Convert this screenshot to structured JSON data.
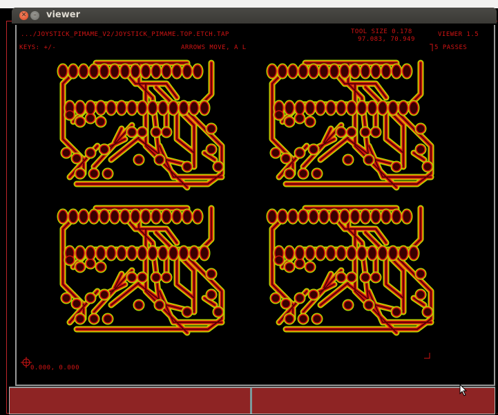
{
  "window": {
    "title": "viewer",
    "close_icon": "close-icon",
    "minimize_icon": "minimize-icon"
  },
  "overlay": {
    "file_path": ".../JOYSTICK_PIMAME_V2/JOYSTICK_PIMAME.TOP.ETCH.TAP",
    "tool_size": "TOOL SIZE 0.178",
    "coords_readout": "97.083, 70.949",
    "version": "VIEWER 1.5",
    "keys_start": "KEYS: +/-",
    "keys_mid": "ARROWS MOVE, A L",
    "passes": "5 PASSES",
    "origin_coords": "0.000, 0.000"
  },
  "colors": {
    "trace_outer": "#a8e000",
    "trace_mid": "#e89a00",
    "trace_inner": "#c81010",
    "trace_core": "#4a0000",
    "text": "#d21414",
    "statusbar": "#8e2424"
  },
  "boards": {
    "count": 4,
    "layout": "2x2"
  }
}
